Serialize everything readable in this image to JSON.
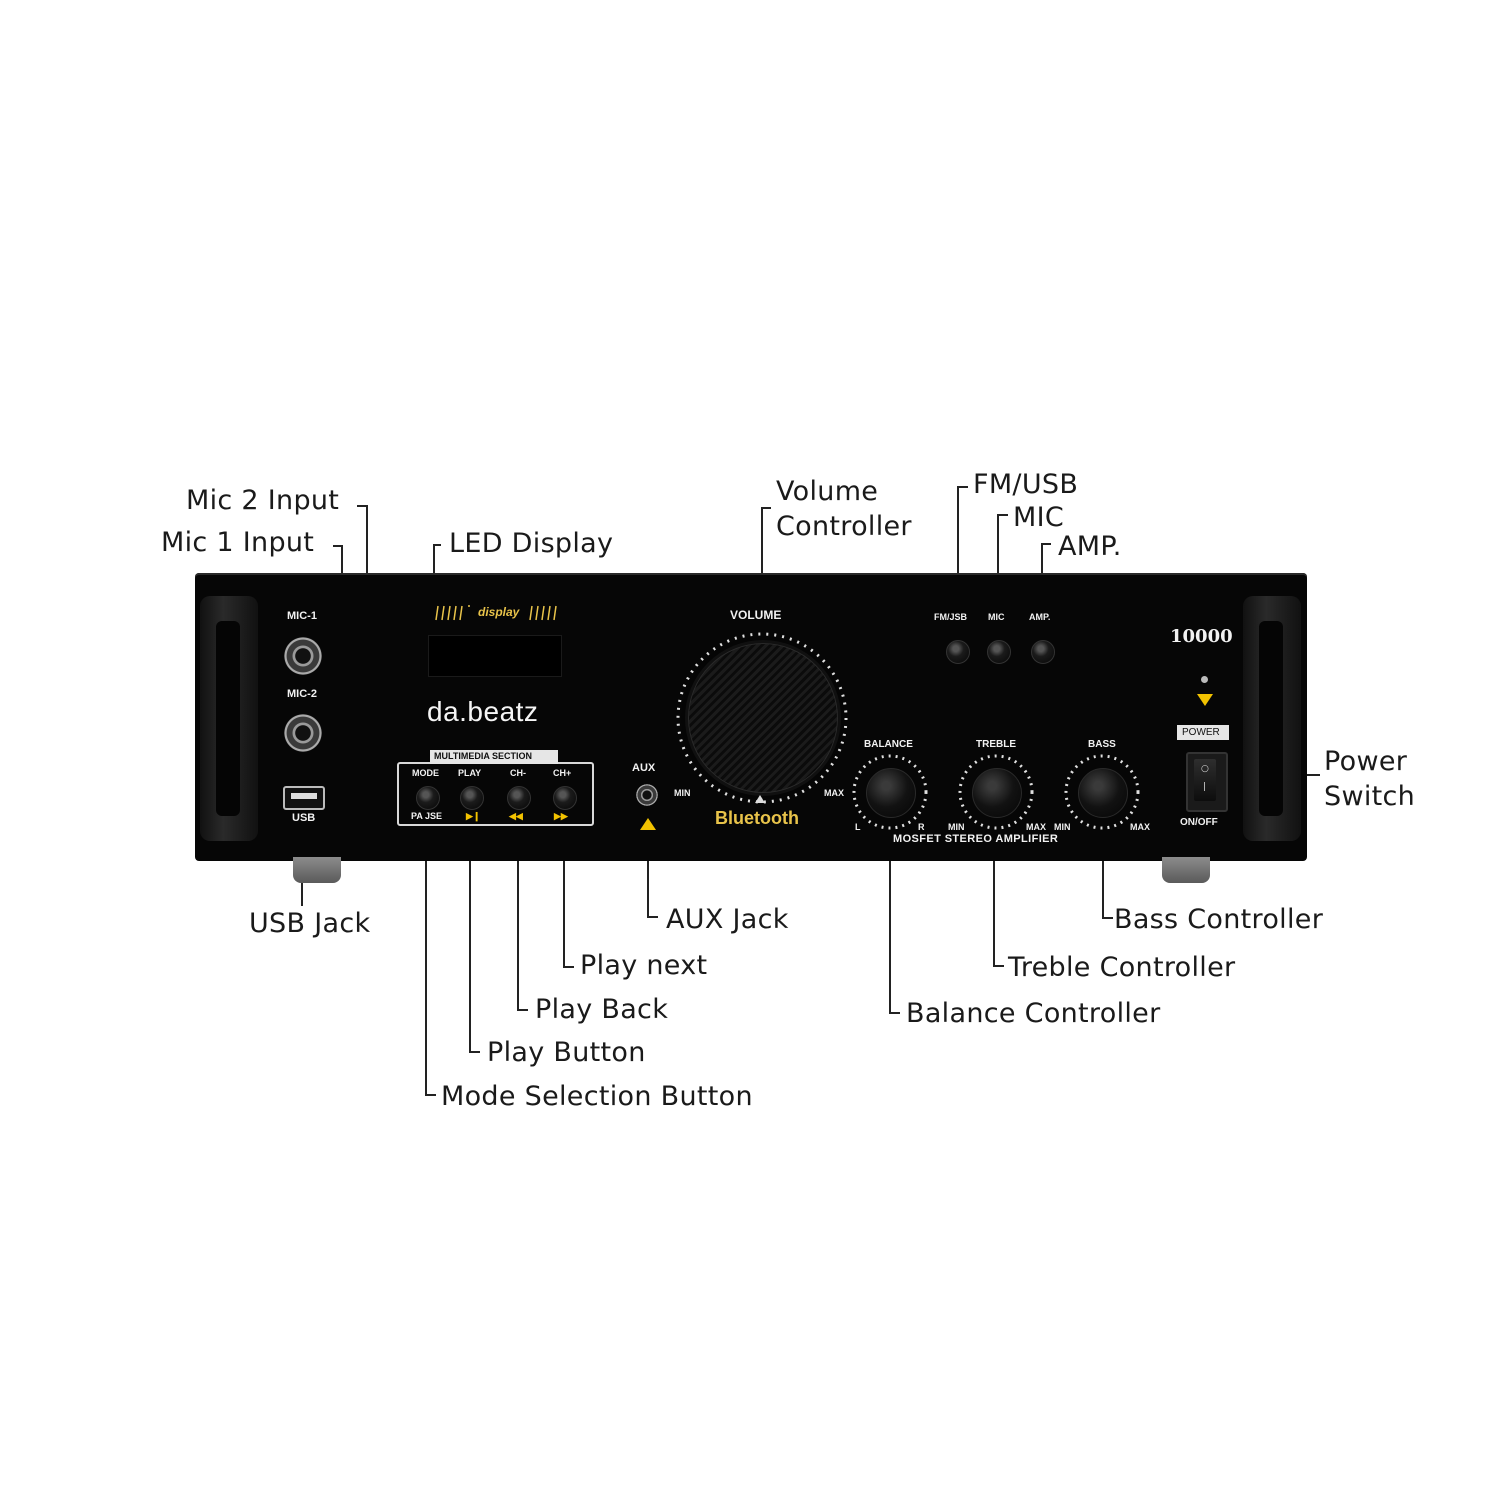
{
  "callouts": {
    "mic2": "Mic 2 Input",
    "mic1": "Mic 1 Input",
    "led_display": "LED Display",
    "volume_controller": [
      "Volume",
      "Controller"
    ],
    "fm_usb": "FM/USB",
    "mic": "MIC",
    "amp": "AMP.",
    "power_switch": [
      "Power",
      "Switch"
    ],
    "usb_jack": "USB Jack",
    "aux_jack": "AUX Jack",
    "play_next": "Play next",
    "play_back": "Play Back",
    "play_button": "Play Button",
    "mode_selection": "Mode Selection Button",
    "bass_controller": "Bass Controller",
    "treble_controller": "Treble Controller",
    "balance_controller": "Balance Controller"
  },
  "panel": {
    "brand": "da.beatz",
    "display_label": "display",
    "mic1": "MIC-1",
    "mic2": "MIC-2",
    "usb": "USB",
    "multimedia_section": "MULTIMEDIA SECTION",
    "mode": "MODE",
    "play": "PLAY",
    "ch_minus": "CH-",
    "ch_plus": "CH+",
    "pause": "PA JSE",
    "aux": "AUX",
    "volume": "VOLUME",
    "vol_min": "MIN",
    "vol_max": "MAX",
    "bluetooth": "Bluetooth",
    "balance": "BALANCE",
    "treble": "TREBLE",
    "bass": "BASS",
    "bal_l": "L",
    "bal_r": "R",
    "treble_min": "MIN",
    "treble_max": "MAX",
    "bass_min": "MIN",
    "bass_max": "MAX",
    "mosfet": "MOSFET STEREO AMPLIFIER",
    "fm_usb": "FM/JSB",
    "mic": "MIC",
    "amp": "AMP.",
    "model": "10000",
    "power": "POWER",
    "on_off": "ON/OFF"
  },
  "colors": {
    "panel": "#060606",
    "bluetooth": "#e8c34a",
    "led_accent": "#f2c200",
    "brand_dot": "#d62c6a"
  }
}
